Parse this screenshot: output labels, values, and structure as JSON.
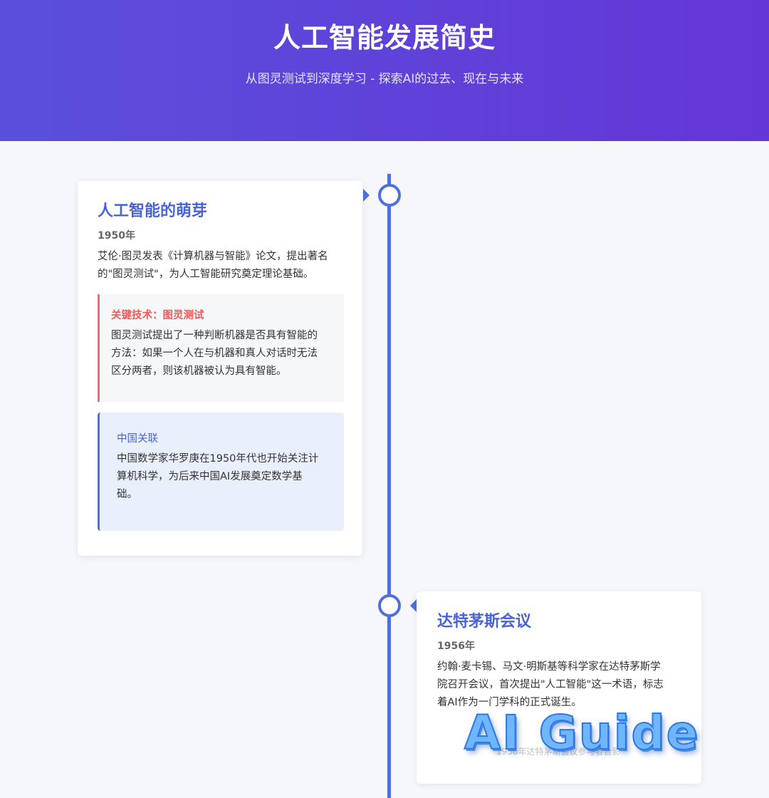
{
  "header": {
    "title": "人工智能发展简史",
    "subtitle": "从图灵测试到深度学习 - 探索AI的过去、现在与未来"
  },
  "events": [
    {
      "title": "人工智能的萌芽",
      "year": "1950年",
      "desc_line1": "艾伦·图灵发表《计算机器与智能》论文，提出著名",
      "desc_line2": "的\"图灵测试\"，为人工智能研究奠定理论基础。",
      "tech_title": "关键技术：图灵测试",
      "tech_lines": [
        "图灵测试提出了一种判断机器是否具有智能的",
        "方法：如果一个人在与机器和真人对话时无法",
        "区分两者，则该机器被认为具有智能。"
      ],
      "china_title": "中国关联",
      "china_lines": [
        "中国数学家华罗庚在1950年代也开始关注计",
        "算机科学，为后来中国AI发展奠定数学基",
        "础。"
      ]
    },
    {
      "title": "达特茅斯会议",
      "year": "1956年",
      "desc_lines": [
        "约翰·麦卡锡、马文·明斯基等科学家在达特茅斯学",
        "院召开会议，首次提出\"人工智能\"这一术语，标志",
        "着AI作为一门学科的正式诞生。"
      ],
      "caption": "1956年达特茅斯会议参与者合影"
    }
  ],
  "watermark": "AI Guide",
  "colors": {
    "accent": "#4f6fdc",
    "header_start": "#5a4fdc",
    "header_end": "#6436d6",
    "tech": "#ef5a5a"
  }
}
